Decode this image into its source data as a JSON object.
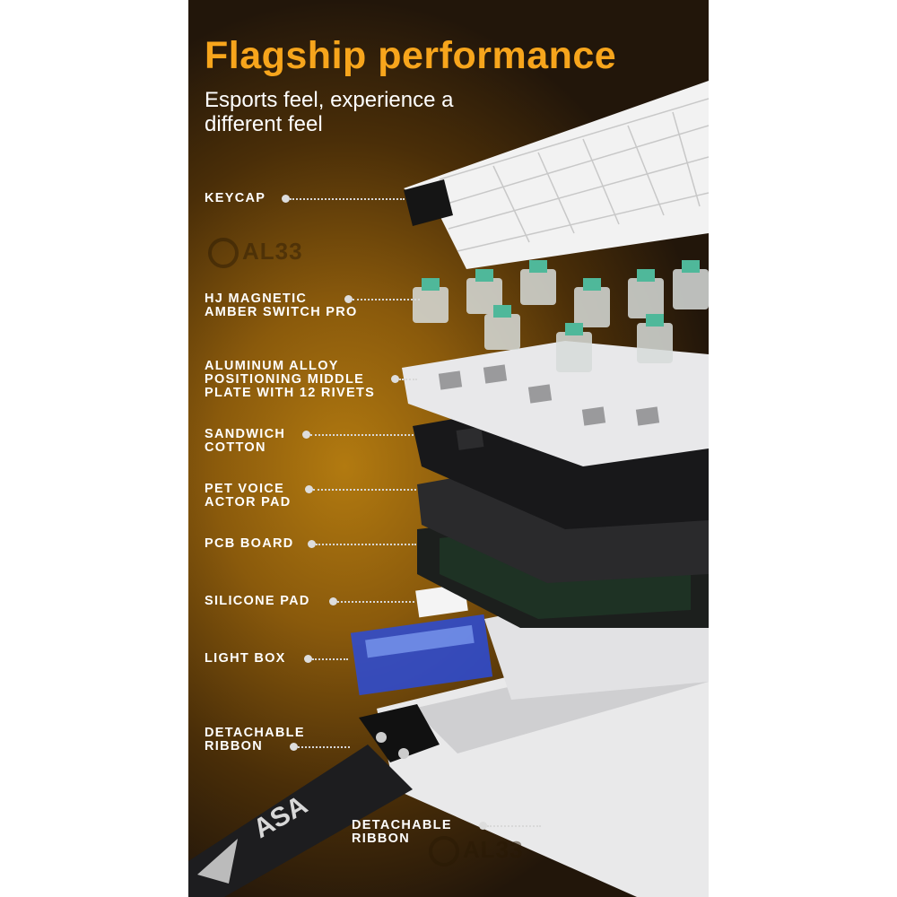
{
  "header": {
    "title": "Flagship performance",
    "subtitle": "Esports feel, experience a different feel"
  },
  "watermark": "AL33",
  "strap_logo": "ASA",
  "labels": [
    {
      "lines": [
        "KEYCAP"
      ]
    },
    {
      "lines": [
        "HJ MAGNETIC",
        "AMBER SWITCH PRO"
      ]
    },
    {
      "lines": [
        "ALUMINUM ALLOY",
        "POSITIONING MIDDLE",
        "PLATE WITH 12 RIVETS"
      ]
    },
    {
      "lines": [
        "SANDWICH",
        "COTTON"
      ]
    },
    {
      "lines": [
        "PET VOICE",
        "ACTOR PAD"
      ]
    },
    {
      "lines": [
        "PCB BOARD"
      ]
    },
    {
      "lines": [
        "SILICONE PAD"
      ]
    },
    {
      "lines": [
        "LIGHT BOX"
      ]
    },
    {
      "lines": [
        "DETACHABLE",
        "RIBBON"
      ]
    },
    {
      "lines": [
        "DETACHABLE",
        "RIBBON"
      ]
    }
  ],
  "colors": {
    "title": "#f7a51c",
    "switch": "#4fb89a",
    "keycap": "#f2f2f2"
  }
}
